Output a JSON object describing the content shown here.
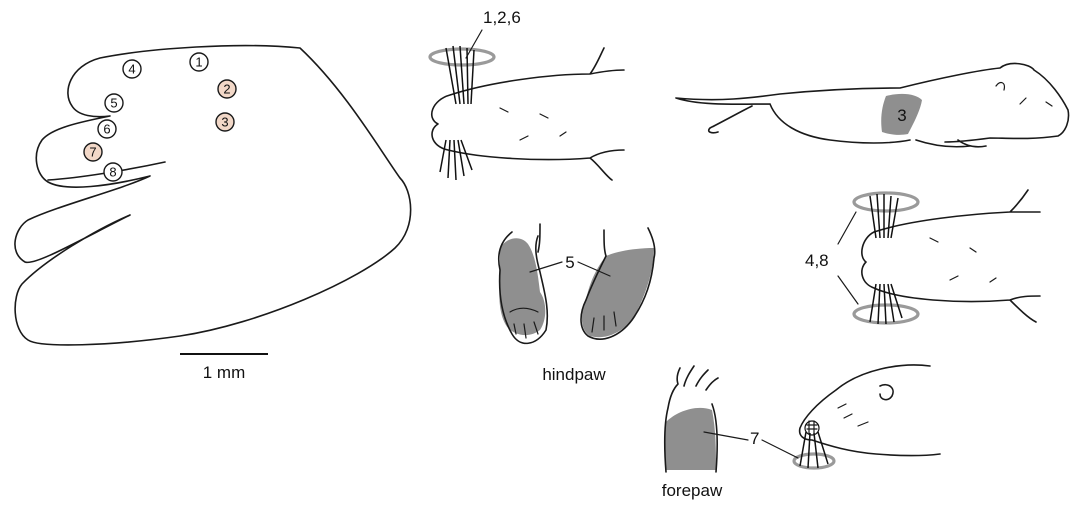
{
  "brain_map": {
    "sites": [
      {
        "label": "1",
        "highlighted": false
      },
      {
        "label": "2",
        "highlighted": true
      },
      {
        "label": "3",
        "highlighted": true
      },
      {
        "label": "4",
        "highlighted": false
      },
      {
        "label": "5",
        "highlighted": false
      },
      {
        "label": "6",
        "highlighted": false
      },
      {
        "label": "7",
        "highlighted": true
      },
      {
        "label": "8",
        "highlighted": false
      }
    ],
    "scale_bar_label": "1 mm"
  },
  "labels": {
    "whiskers_top": "1,2,6",
    "body_site": "3",
    "whiskers_right": "4,8",
    "hindpaw_site": "5",
    "hindpaw_caption": "hindpaw",
    "forepaw_site": "7",
    "forepaw_caption": "forepaw"
  },
  "colors": {
    "receptive_field_shade": "#8f8f8f",
    "whisker_ring": "#9a9a9a",
    "highlighted_site": "#f2d8c8",
    "outline": "#1a1a1a"
  }
}
